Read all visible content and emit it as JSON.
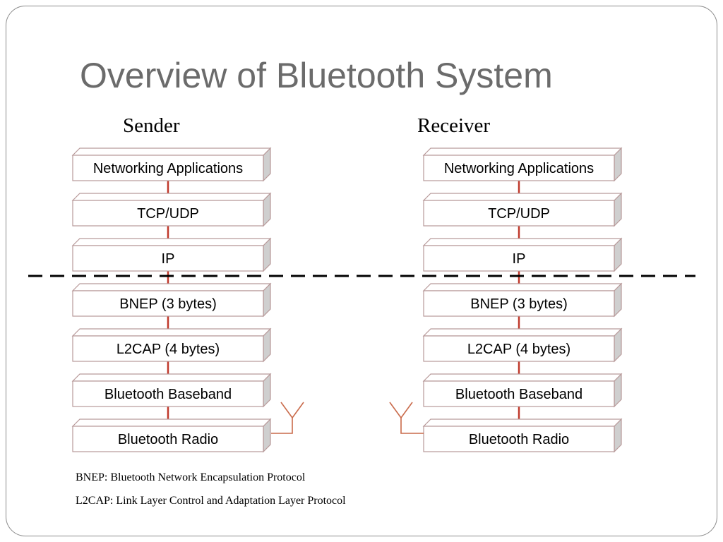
{
  "slide": {
    "title": "Overview of Bluetooth System",
    "sender_label": "Sender",
    "receiver_label": "Receiver"
  },
  "stack_layers": [
    "Networking Applications",
    "TCP/UDP",
    "IP",
    "BNEP (3 bytes)",
    "L2CAP (4 bytes)",
    "Bluetooth Baseband",
    "Bluetooth Radio"
  ],
  "footnotes": [
    "BNEP: Bluetooth Network Encapsulation Protocol",
    "L2CAP: Link Layer Control and Adaptation Layer Protocol"
  ],
  "colors": {
    "title": "#6b6b6b",
    "box_border": "#b89a9a",
    "box_side": "#cfcfcf",
    "connector": "#c0392b",
    "antenna": "#c96a4a",
    "divider": "#000000"
  }
}
